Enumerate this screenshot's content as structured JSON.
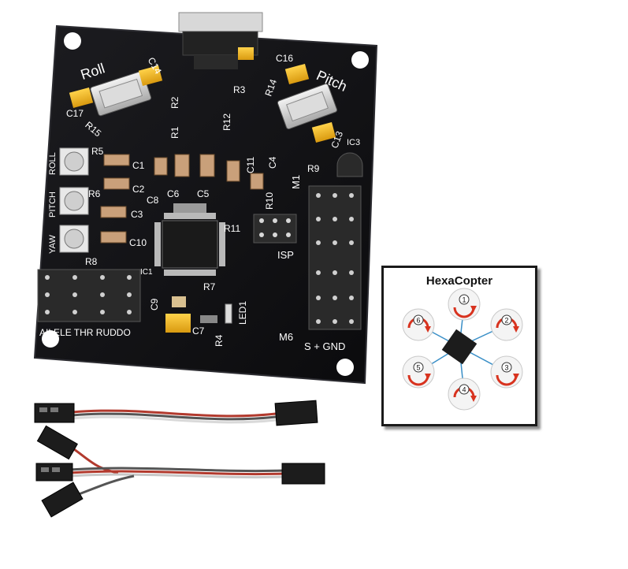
{
  "diagram": {
    "title": "HexaCopter",
    "rotors": [
      "1",
      "2",
      "3",
      "4",
      "5",
      "6"
    ]
  },
  "board": {
    "labels": {
      "roll": "Roll",
      "pitch": "Pitch",
      "roll_pot": "ROLL",
      "pitch_pot": "PITCH",
      "yaw_pot": "YAW",
      "isp": "ISP",
      "ic1": "IC1",
      "ic3": "IC3",
      "led1": "LED1",
      "m1": "M1",
      "m6": "M6",
      "pin_legend": "S + GND",
      "rx_legend": "AILELE THR RUDDO"
    },
    "components": [
      "C14",
      "C16",
      "C17",
      "C13",
      "R15",
      "R14",
      "R1",
      "R2",
      "R3",
      "R12",
      "R5",
      "R6",
      "R8",
      "C1",
      "C2",
      "C3",
      "C10",
      "C8",
      "C6",
      "C5",
      "C11",
      "C4",
      "R9",
      "R10",
      "R11",
      "R7",
      "C9",
      "C7",
      "R4"
    ]
  },
  "colors": {
    "pcb": "#141416",
    "silkscreen": "#ffffff",
    "capacitor": "#f2b51f",
    "rotor_arrow": "#d8331f",
    "wire_red": "#b23a2e",
    "wire_gray": "#bdbdbd"
  }
}
